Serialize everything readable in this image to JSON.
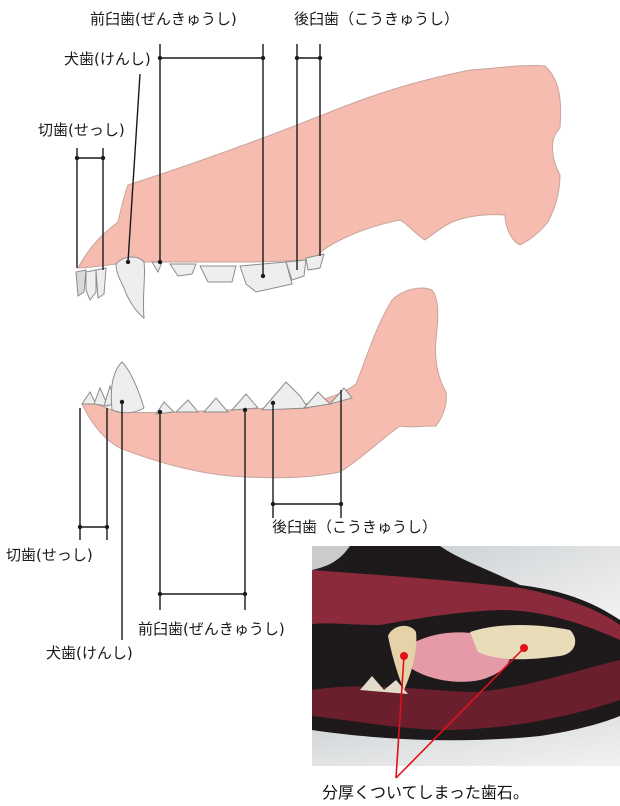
{
  "labels": {
    "upper_premolar": "前臼歯(ぜんきゅうし)",
    "upper_molar": "後臼歯（こうきゅうし）",
    "upper_canine": "犬歯(けんし)",
    "upper_incisor": "切歯(せっし)",
    "lower_molar": "後臼歯（こうきゅうし）",
    "lower_incisor": "切歯(せっし)",
    "lower_premolar": "前臼歯(ぜんきゅうし)",
    "lower_canine": "犬歯(けんし)"
  },
  "photo": {
    "caption": "分厚くついてしまった歯石。"
  },
  "colors": {
    "bone": "#f6bcb0",
    "tooth": "#eeeeee",
    "line": "#1a1a1a",
    "marker": "#e0101a"
  }
}
